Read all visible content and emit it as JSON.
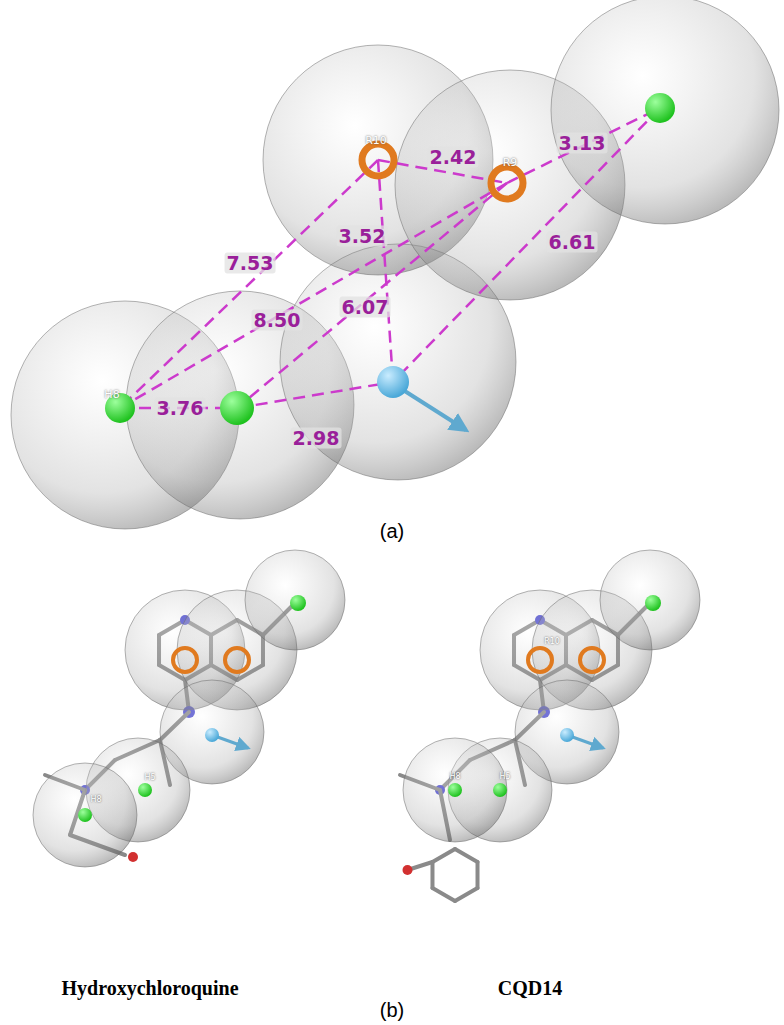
{
  "diagram": {
    "labels": [
      "R10",
      "R9",
      "2.42",
      "3.13",
      "3.52",
      "7.53",
      "8.50",
      "6.07",
      "6.61",
      "H8",
      "3.76",
      "2.98",
      "(a)",
      "H8",
      "H5",
      "R10",
      "H8",
      "H5",
      "Hydroxychloroquine",
      "CQD14",
      "(b)"
    ]
  }
}
